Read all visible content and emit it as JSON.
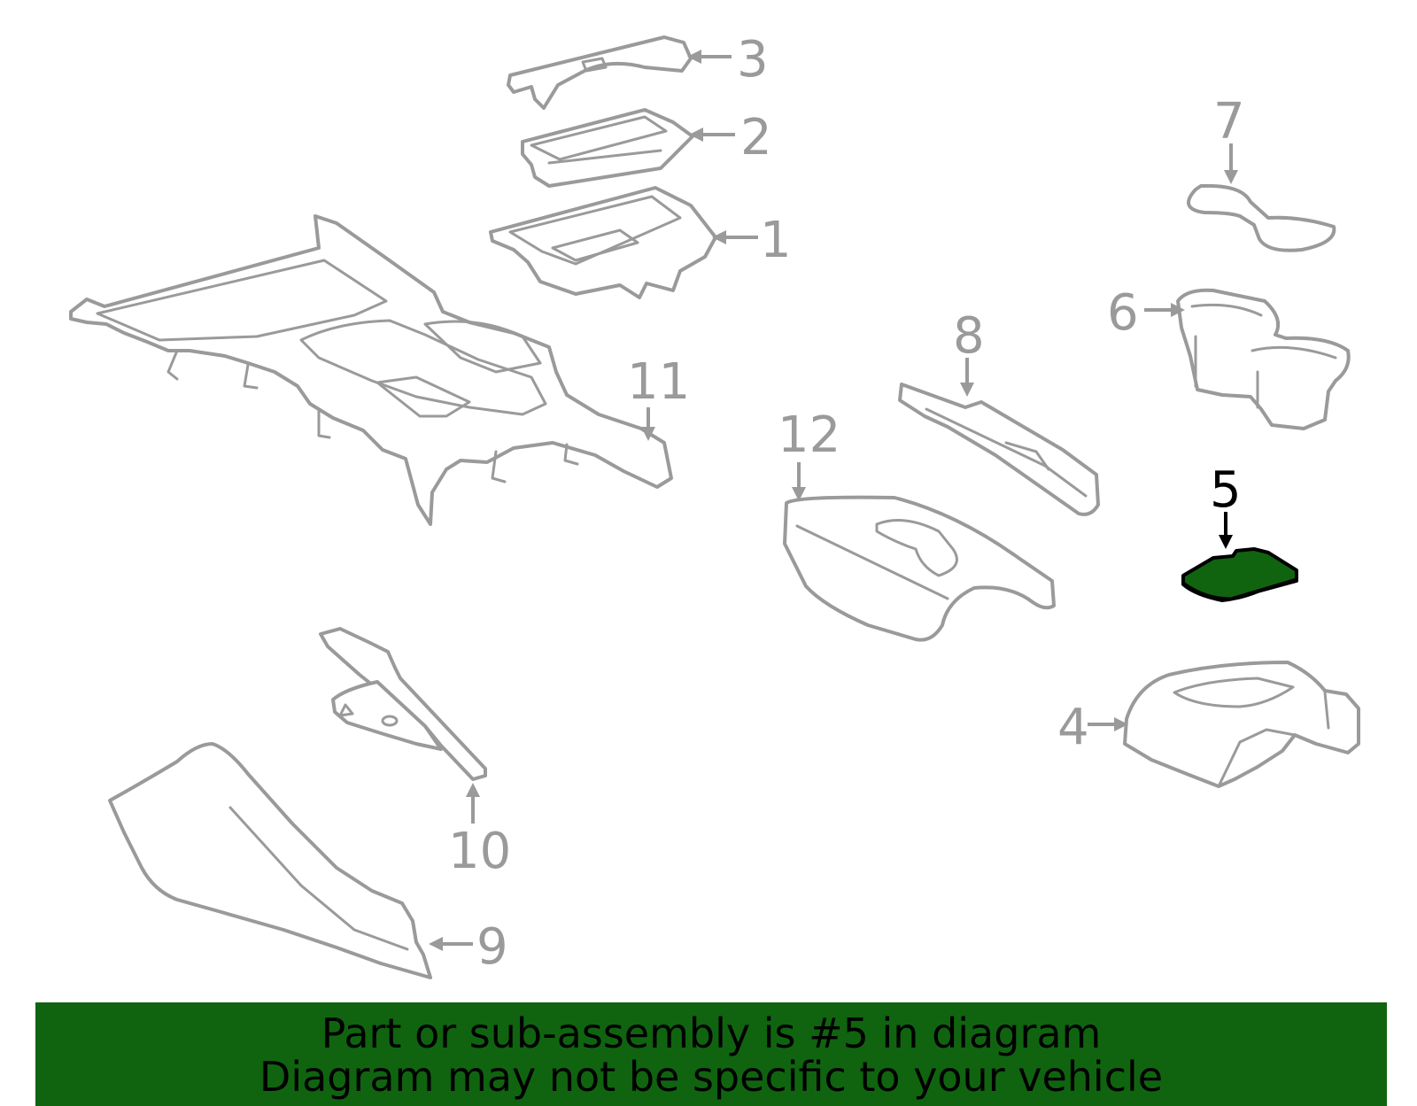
{
  "callouts": {
    "c1": "1",
    "c2": "2",
    "c3": "3",
    "c4": "4",
    "c5": "5",
    "c6": "6",
    "c7": "7",
    "c8": "8",
    "c9": "9",
    "c10": "10",
    "c11": "11",
    "c12": "12"
  },
  "highlighted_part": "5",
  "banner": {
    "line1": "Part or sub-assembly is #5 in diagram",
    "line2": "Diagram may not be specific to your vehicle"
  },
  "colors": {
    "highlight": "#106410",
    "outline": "#9a9a9a",
    "highlight_outline": "#000000"
  }
}
